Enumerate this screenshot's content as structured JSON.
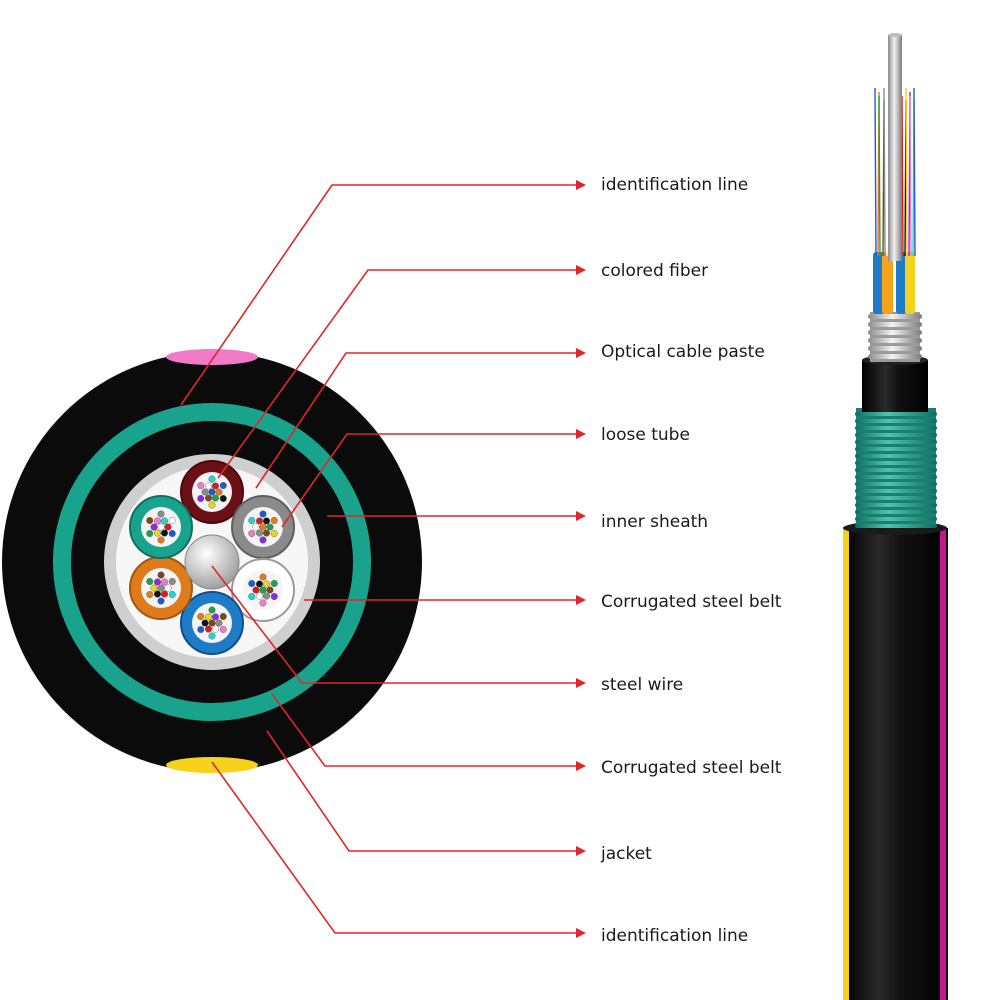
{
  "labels": [
    "identification line",
    "colored fiber",
    "Optical cable paste",
    "loose tube",
    "inner sheath",
    "Corrugated steel belt",
    "steel wire",
    "Corrugated steel belt",
    "jacket",
    "identification line"
  ],
  "colors": {
    "leader": "#e0262b",
    "jacket": "#0b0b0b",
    "teal_ring": "#1aa38c",
    "steel_belt": "#cfcfcf",
    "paste": "#f7f7f7",
    "pink_stripe": "#f07bc8",
    "yellow_stripe": "#f7d21c",
    "magenta_stripe": "#c2188a"
  },
  "tube_colors": [
    "#6b1014",
    "#8a8a8a",
    "#ffffff",
    "#1e7bc8",
    "#e07b1c",
    "#1aa38c"
  ],
  "fiber_colors": [
    "#1e5bd1",
    "#e07b1c",
    "#1aa34a",
    "#7a4a1c",
    "#8a8a8a",
    "#ffffff",
    "#d11e1e",
    "#111111",
    "#f2d21c",
    "#8a2be2",
    "#f07bc8",
    "#2ad1d1"
  ]
}
